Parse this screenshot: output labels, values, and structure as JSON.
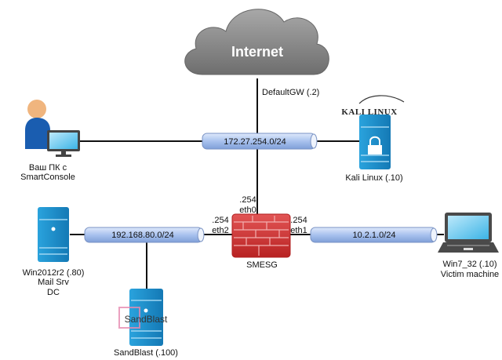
{
  "internet": {
    "label": "Internet",
    "gateway_label": "DefaultGW (.2)"
  },
  "networks": [
    {
      "label": "172.27.254.0/24"
    },
    {
      "label": "192.168.80.0/24"
    },
    {
      "label": "10.2.1.0/24"
    }
  ],
  "firewall": {
    "label": "SMESG",
    "eth0": {
      "ip": ".254",
      "iface": "eth0"
    },
    "eth1": {
      "ip": ".254",
      "iface": "eth1"
    },
    "eth2": {
      "ip": ".254",
      "iface": "eth2"
    }
  },
  "nodes": {
    "pc": {
      "line1": "Ваш ПК с",
      "line2": "SmartConsole"
    },
    "kali": {
      "label": "Kali Linux (.10)",
      "logo_text": "KALI LINUX"
    },
    "win2012": {
      "line1": "Win2012r2 (.80)",
      "line2": "Mail Srv",
      "line3": "DC"
    },
    "sandblast": {
      "label": "SandBlast (.100)",
      "logo_text": "SandBlast"
    },
    "win7": {
      "line1": "Win7_32 (.10)",
      "line2": "Victim machine"
    }
  },
  "colors": {
    "bus": "#b8cdf0",
    "server": "#1b8cc8",
    "firewall": "#d33a3a",
    "cloud": "#8a8a8a"
  }
}
